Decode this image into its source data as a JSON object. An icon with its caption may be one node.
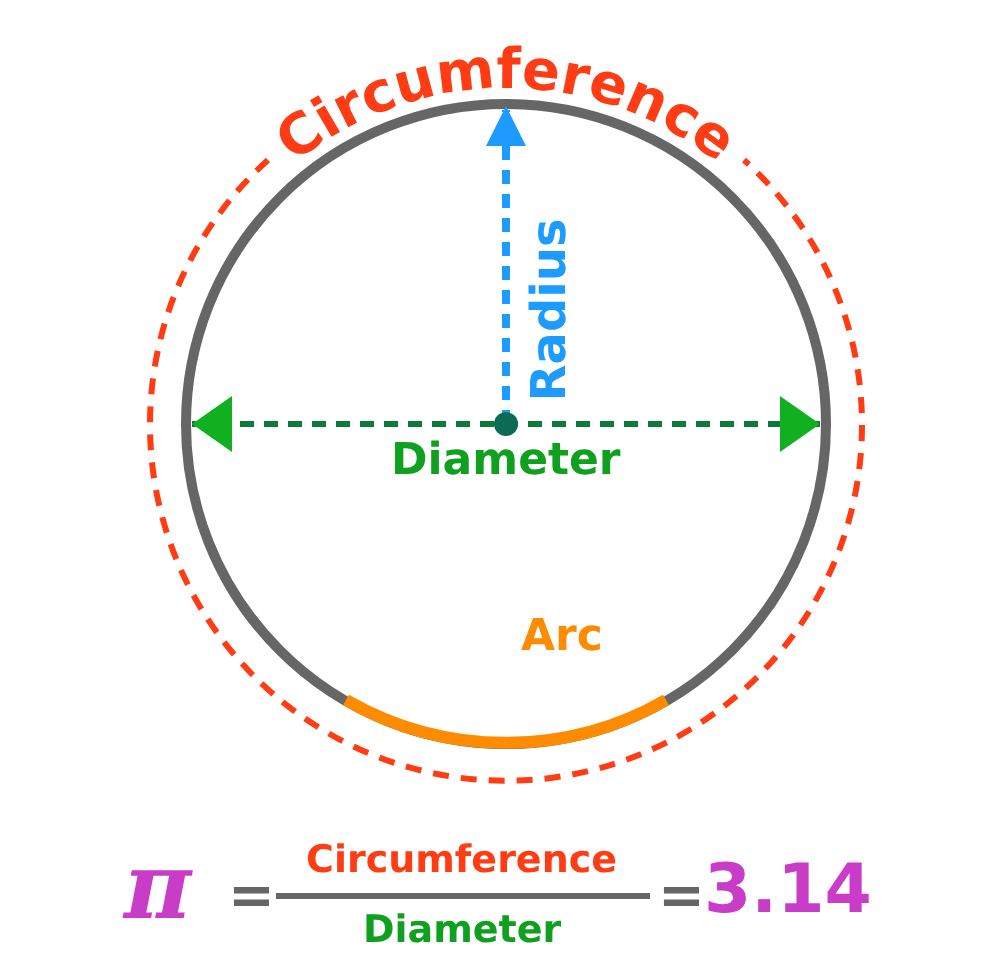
{
  "diagram": {
    "labels": [
      "Circumference",
      "Radius",
      "Diameter",
      "Arc",
      "π",
      "=",
      "Circumference",
      "Diameter",
      "=",
      "3.14"
    ]
  }
}
